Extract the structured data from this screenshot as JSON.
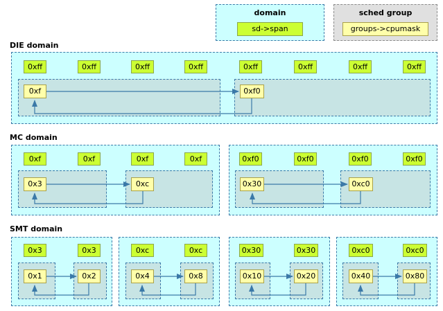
{
  "legend": {
    "domain": {
      "title": "domain",
      "item": "sd->span"
    },
    "sched_group": {
      "title": "sched group",
      "item": "groups->cpumask"
    }
  },
  "die": {
    "label": "DIE domain",
    "spans": [
      "0xff",
      "0xff",
      "0xff",
      "0xff",
      "0xff",
      "0xff",
      "0xff",
      "0xff"
    ],
    "groups": [
      "0xf",
      "0xf0"
    ]
  },
  "mc": {
    "label": "MC domain",
    "domains": [
      {
        "spans": [
          "0xf",
          "0xf",
          "0xf",
          "0xf"
        ],
        "groups": [
          "0x3",
          "0xc"
        ]
      },
      {
        "spans": [
          "0xf0",
          "0xf0",
          "0xf0",
          "0xf0"
        ],
        "groups": [
          "0x30",
          "0xc0"
        ]
      }
    ]
  },
  "smt": {
    "label": "SMT domain",
    "domains": [
      {
        "spans": [
          "0x3",
          "0x3"
        ],
        "groups": [
          "0x1",
          "0x2"
        ]
      },
      {
        "spans": [
          "0xc",
          "0xc"
        ],
        "groups": [
          "0x4",
          "0x8"
        ]
      },
      {
        "spans": [
          "0x30",
          "0x30"
        ],
        "groups": [
          "0x10",
          "0x20"
        ]
      },
      {
        "spans": [
          "0xc0",
          "0xc0"
        ],
        "groups": [
          "0x40",
          "0x80"
        ]
      }
    ]
  },
  "colors": {
    "domain_bg": "#ccffff",
    "group_bg": "#c7e4e4",
    "span_mask": "#ccff33",
    "cpumask": "#ffffaa",
    "arrow": "#3b79a8"
  }
}
